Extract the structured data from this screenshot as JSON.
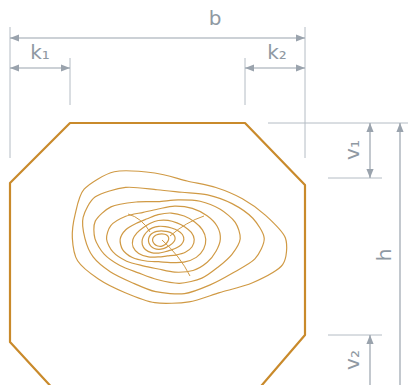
{
  "diagram": {
    "labels": [
      "b",
      "k₁",
      "k₂",
      "v₁",
      "v₂",
      "h"
    ]
  }
}
